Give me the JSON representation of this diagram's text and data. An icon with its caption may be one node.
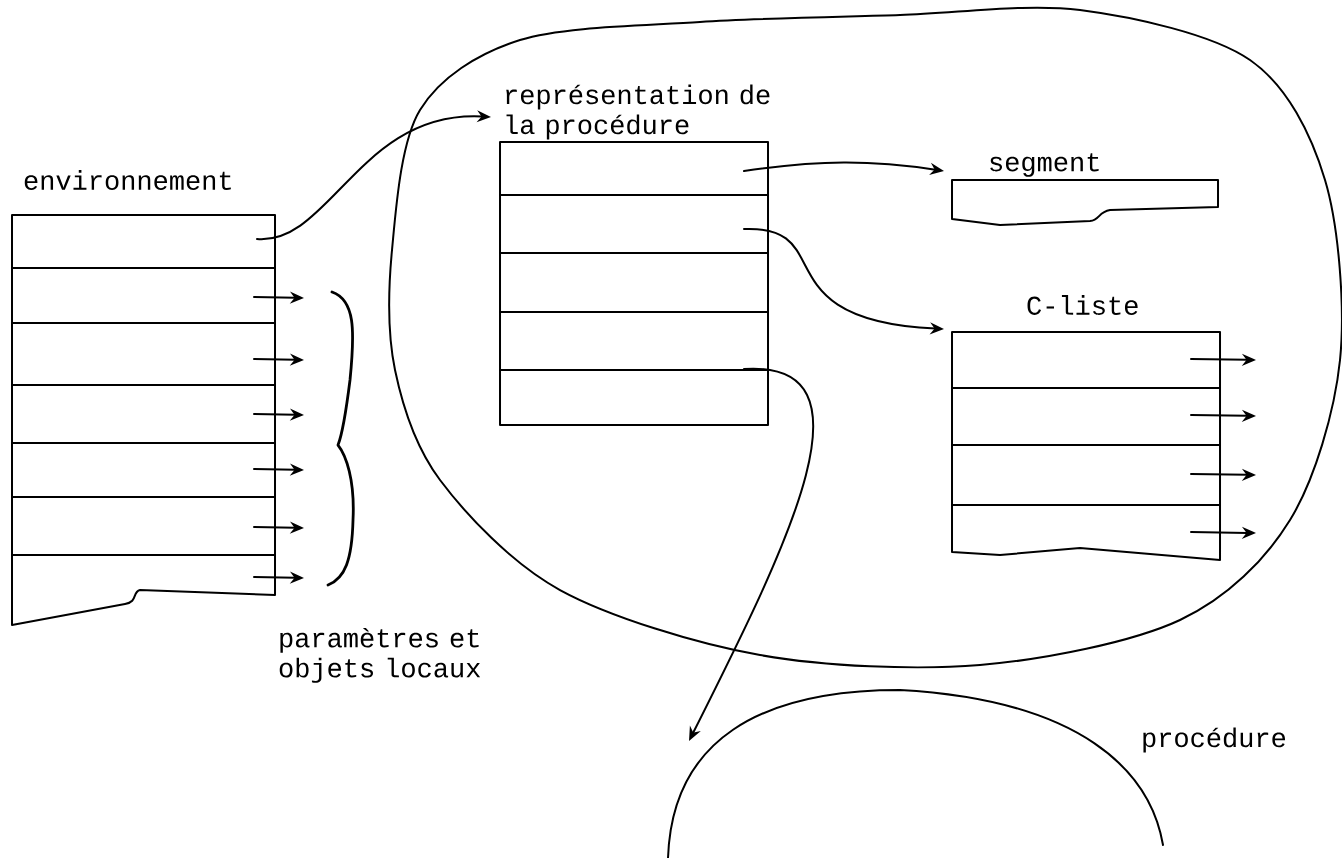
{
  "diagram": {
    "nodes": [
      {
        "text": [],
        "shape": "cloud"
      },
      {
        "text": [
          "environnement"
        ]
      },
      {
        "text": [
          "représentation de la procédure"
        ],
        "in": 0
      },
      {
        "text": [
          "segment"
        ],
        "in": 0
      },
      {
        "text": [
          "C-liste"
        ],
        "in": 0
      },
      {
        "text": [
          "procédure"
        ]
      }
    ],
    "edges": [
      {
        "from": 1,
        "to": 2,
        "arrow": "to"
      },
      {
        "from": 2,
        "to": 3,
        "arrow": "to"
      },
      {
        "from": 2,
        "to": 4,
        "arrow": "to"
      },
      {
        "from": 2,
        "to": 5,
        "arrow": "to"
      },
      {
        "from": 1,
        "to": null,
        "arrow": "to"
      },
      {
        "from": 1,
        "to": null,
        "arrow": "to"
      },
      {
        "from": 1,
        "to": null,
        "arrow": "to"
      },
      {
        "from": 1,
        "to": null,
        "arrow": "to"
      },
      {
        "from": 1,
        "to": null,
        "arrow": "to"
      },
      {
        "from": 1,
        "to": null,
        "arrow": "to"
      },
      {
        "from": 4,
        "to": null,
        "arrow": "to"
      },
      {
        "from": 4,
        "to": null,
        "arrow": "to"
      },
      {
        "from": 4,
        "to": null,
        "arrow": "to"
      },
      {
        "from": 4,
        "to": null,
        "arrow": "to"
      }
    ],
    "labels": [
      "paramètres et objets locaux"
    ]
  }
}
